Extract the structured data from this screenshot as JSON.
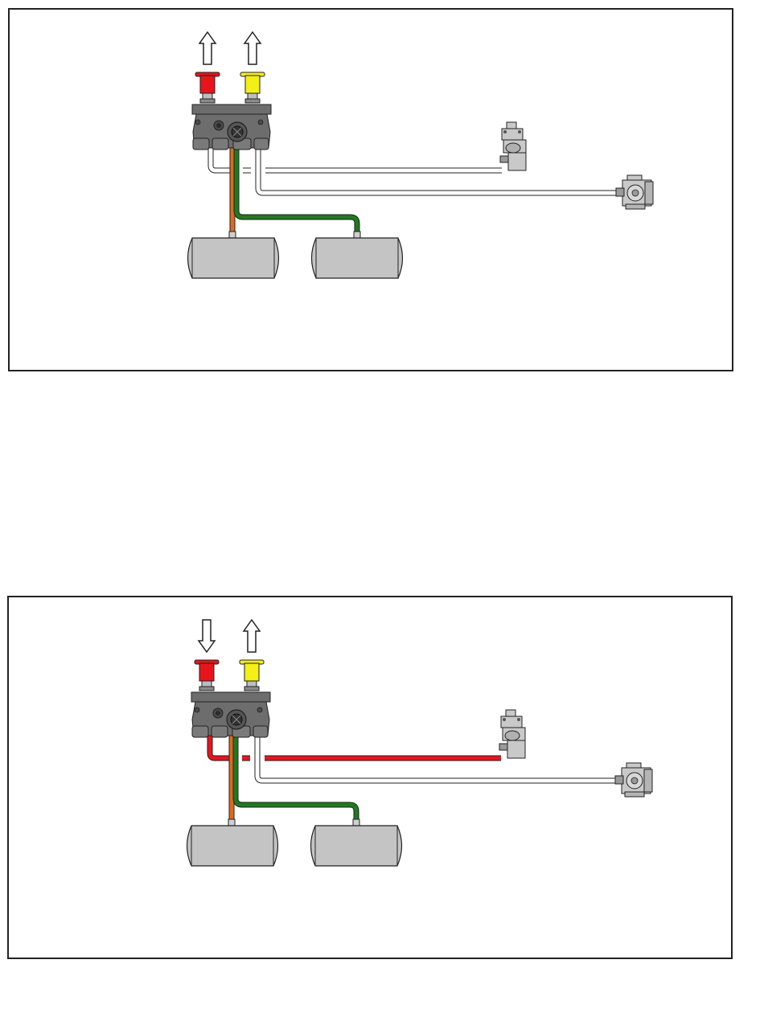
{
  "colors": {
    "red_knob": "#e8141c",
    "yellow_knob": "#f4ef17",
    "orange_line": "#e06a1c",
    "green_line": "#1f7a1f",
    "red_line": "#e8141c",
    "white_line": "#ffffff",
    "valve_body": "#6d6d6d",
    "tank_body": "#c4c4c4",
    "component_body": "#c9c9c9",
    "outline": "#222222"
  },
  "icons": {
    "arrow": "hollow-arrow-icon",
    "valve": "dash-control-valve-icon",
    "relay": "relay-valve-icon",
    "spring": "spring-brake-valve-icon",
    "tank": "air-tank-icon"
  },
  "panels": [
    {
      "state": "both-knobs-pulled",
      "red_knob_arrow": "up",
      "yellow_knob_arrow": "up",
      "upper_line": "white",
      "lower_line": "white"
    },
    {
      "state": "red-knob-pushed",
      "red_knob_arrow": "down",
      "yellow_knob_arrow": "up",
      "upper_line": "red",
      "lower_line": "white"
    }
  ]
}
